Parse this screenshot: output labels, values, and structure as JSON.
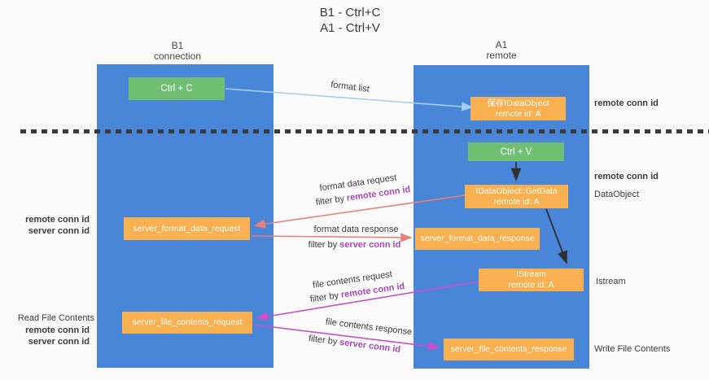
{
  "title": {
    "line1": "B1 - Ctrl+C",
    "line2": "A1 - Ctrl+V"
  },
  "columns": {
    "b1": {
      "name": "B1",
      "subtitle": "connection"
    },
    "a1": {
      "name": "A1",
      "subtitle": "remote"
    }
  },
  "boxes": {
    "ctrl_c": {
      "label": "Ctrl + C"
    },
    "save_idataobject": {
      "line1": "保存IDataObject",
      "line2": "remote id: A"
    },
    "ctrl_v": {
      "label": "Ctrl + V"
    },
    "getdata": {
      "line1": "IDataObject::GetData",
      "line2": "remote id: A"
    },
    "server_format_data_request": {
      "label": "server_format_data_request"
    },
    "server_format_data_response": {
      "label": "server_format_data_response"
    },
    "istream": {
      "line1": "IStream",
      "line2": "remote id: A"
    },
    "server_file_contents_request": {
      "label": "server_file_contents_request"
    },
    "server_file_contents_response": {
      "label": "server_file_contents_response"
    }
  },
  "flow_labels": {
    "format_list": "format list",
    "format_data_request": "format data request",
    "format_data_response": "format data response",
    "file_contents_request": "file contents request",
    "file_contents_response": "file contents response",
    "filter_by": "filter by",
    "remote_conn_id": "remote conn id",
    "server_conn_id": "server conn id"
  },
  "side_labels": {
    "right": [
      {
        "text": "remote conn id"
      },
      {
        "text": "remote conn id"
      },
      {
        "text": "DataObject"
      },
      {
        "text": "Istream"
      },
      {
        "text": "Write File Contents"
      }
    ],
    "left": [
      {
        "text": "remote conn id"
      },
      {
        "text": "server conn id"
      },
      {
        "text": "Read File Contents"
      },
      {
        "text": "remote conn id"
      },
      {
        "text": "server conn id"
      }
    ]
  },
  "colors": {
    "column_blue": "#4a86d8",
    "box_green": "#70bf73",
    "box_orange": "#f9b050",
    "text_purple": "#ab47bc",
    "text_green": "#53ae58",
    "arrow_salmon": "#e9817a",
    "arrow_magenta": "#cb4fc9",
    "arrow_lightblue": "#a9cfef",
    "arrow_dark": "#2f2f2f"
  }
}
